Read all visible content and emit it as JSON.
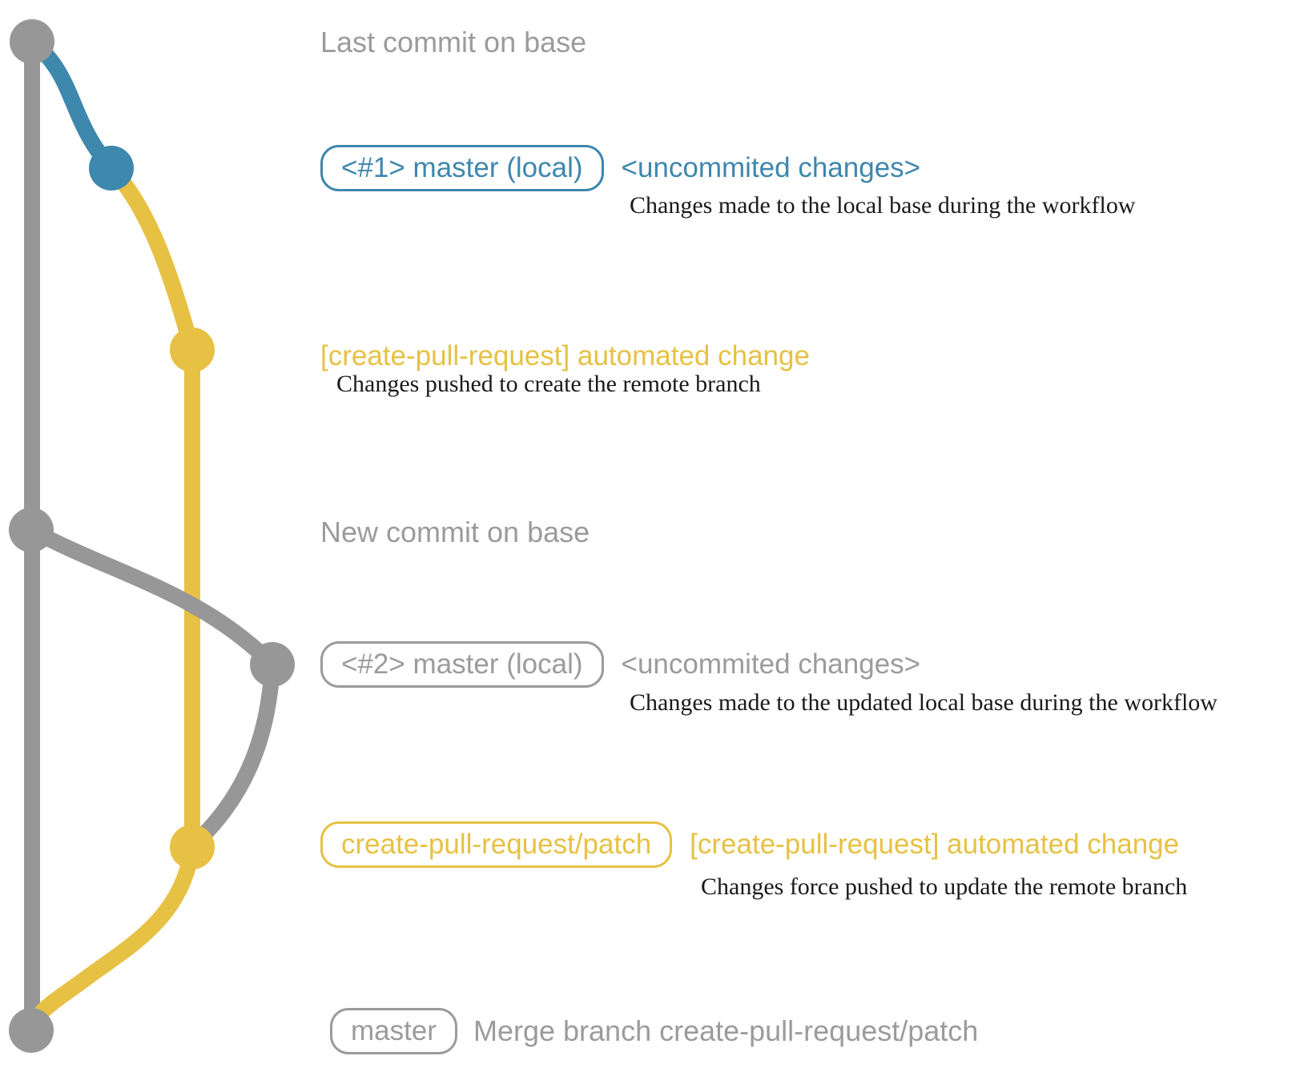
{
  "colors": {
    "base_gray": "#979797",
    "branch_blue": "#3e87ad",
    "branch_yellow": "#e7c143",
    "label_gray": "#9b9b9b",
    "description_black": "#1a1a1a"
  },
  "graph": {
    "branches": [
      "base (gray)",
      "local master (blue)",
      "create-pull-request/patch (yellow)"
    ],
    "nodes": [
      "last-commit-on-base",
      "local-master-commit-1",
      "patch-commit-1",
      "new-commit-on-base",
      "local-master-commit-2",
      "patch-commit-2",
      "merge-commit"
    ]
  },
  "rows": {
    "last_commit": {
      "label": "Last commit on base"
    },
    "commit1": {
      "badge": "<#1> master (local)",
      "message": "<uncommited changes>",
      "description": "Changes made to the local base during the workflow"
    },
    "patch1": {
      "message": "[create-pull-request] automated change",
      "description": "Changes pushed to create the remote branch"
    },
    "new_commit": {
      "label": "New commit on base"
    },
    "commit2": {
      "badge": "<#2> master (local)",
      "message": "<uncommited changes>",
      "description": "Changes made to the updated local base during the workflow"
    },
    "patch2": {
      "badge": "create-pull-request/patch",
      "message": "[create-pull-request] automated change",
      "description": "Changes force pushed to update the remote branch"
    },
    "merge": {
      "badge": "master",
      "label": "Merge branch create-pull-request/patch"
    }
  }
}
